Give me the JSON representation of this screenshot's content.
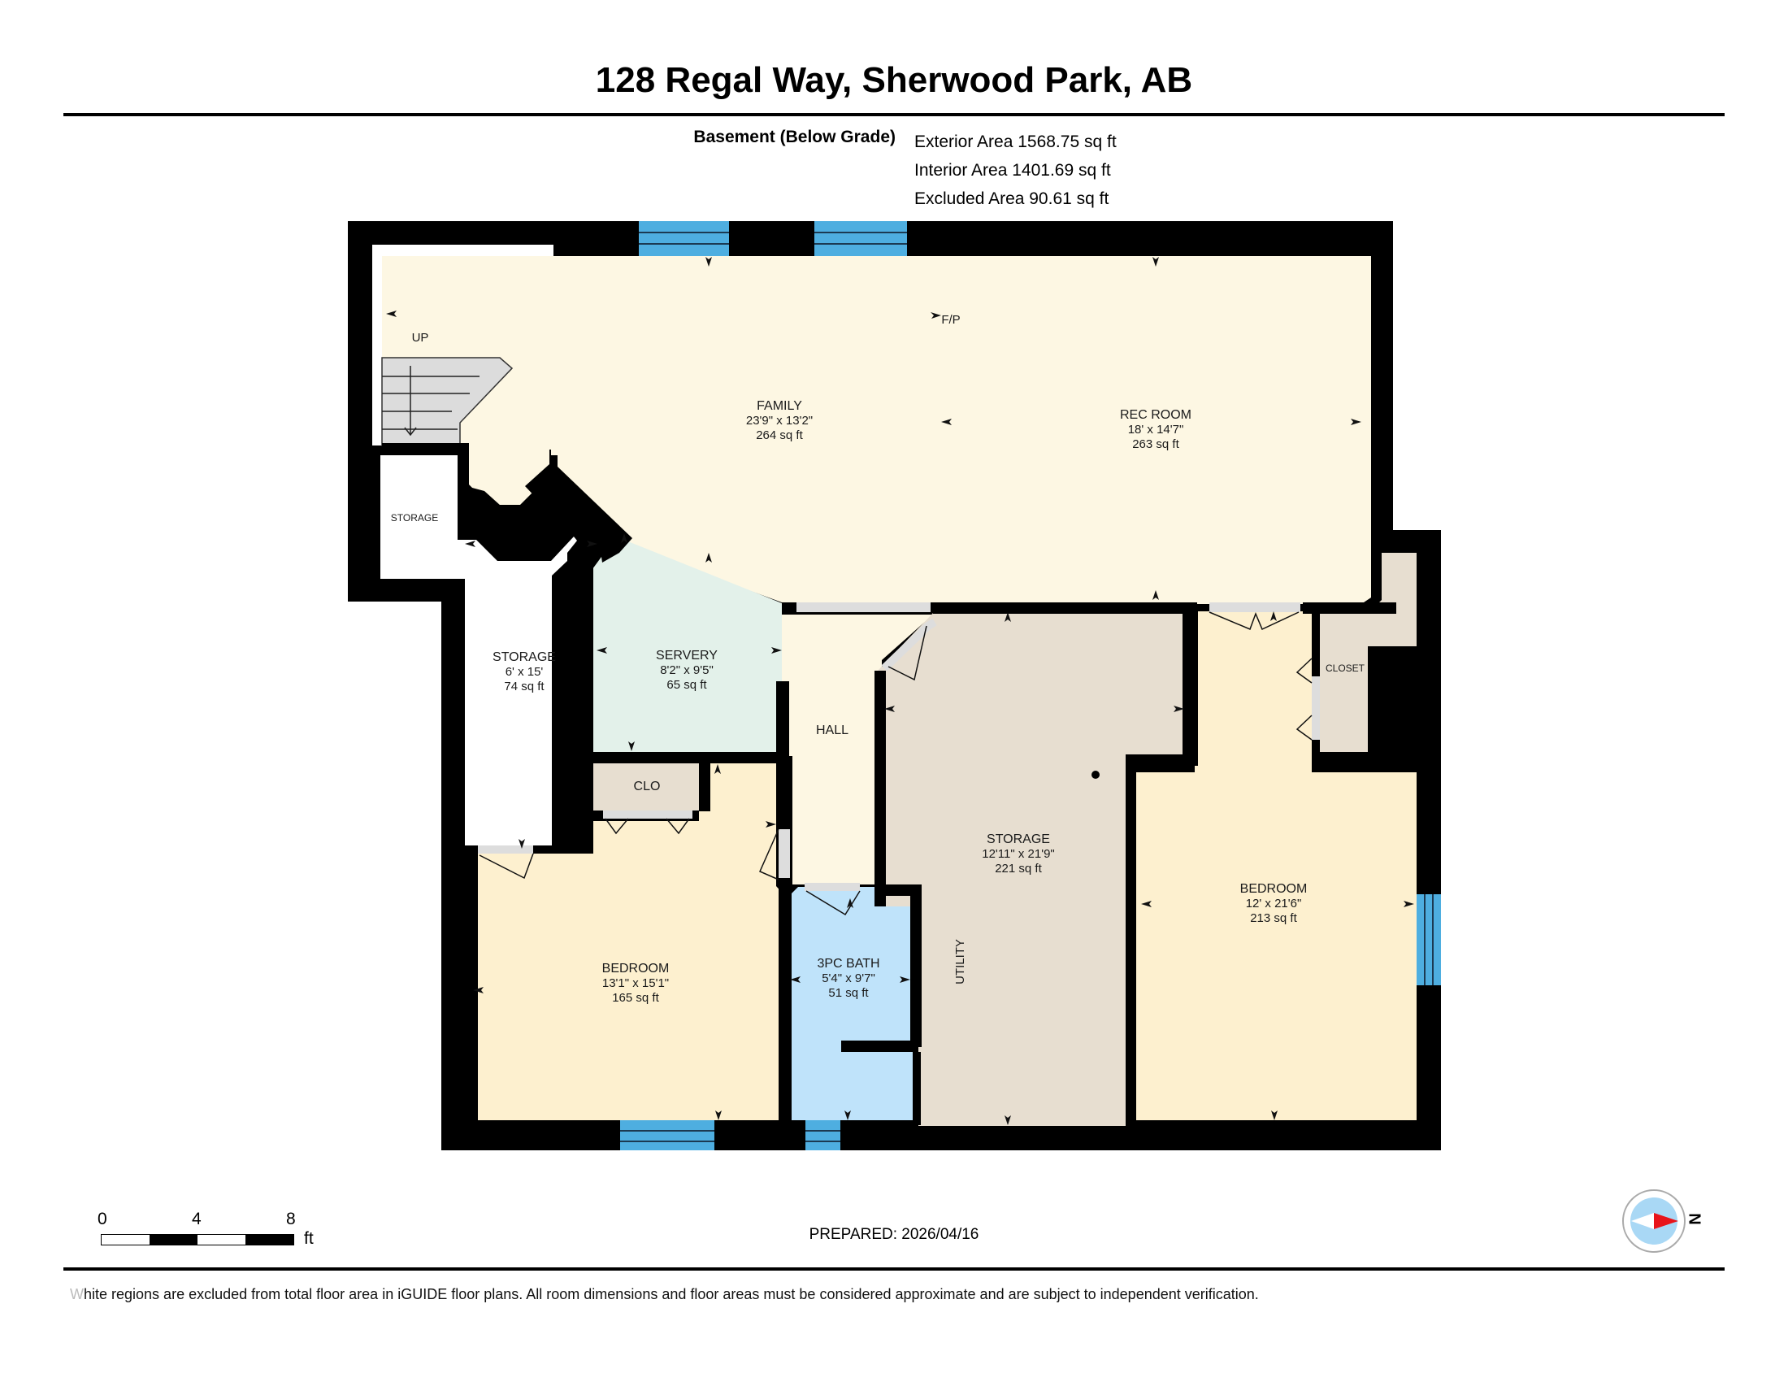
{
  "header": {
    "title": "128 Regal Way, Sherwood Park, AB"
  },
  "summary": {
    "floor_label": "Basement (Below Grade)",
    "exterior_area": "Exterior Area 1568.75 sq ft",
    "interior_area": "Interior Area 1401.69 sq ft",
    "excluded_area": "Excluded Area 90.61 sq ft"
  },
  "colors": {
    "wall": "#000000",
    "window": "#4eaee0",
    "family_rec": "#fdf7e3",
    "servery": "#e3f1ea",
    "bedroom": "#fdf0cf",
    "storage_utility": "#e7ded0",
    "bath": "#bfe3fa",
    "excluded": "#ffffff",
    "stairs": "#dcdcdc",
    "door": "#dddddd"
  },
  "rooms": {
    "family": {
      "name": "FAMILY",
      "dims": "23'9\" x 13'2\"",
      "area": "264 sq ft"
    },
    "rec_room": {
      "name": "REC ROOM",
      "dims": "18' x 14'7\"",
      "area": "263 sq ft"
    },
    "storage_small": {
      "name": "STORAGE"
    },
    "storage_mid": {
      "name": "STORAGE",
      "dims": "6' x 15'",
      "area": "74 sq ft"
    },
    "servery": {
      "name": "SERVERY",
      "dims": "8'2\" x 9'5\"",
      "area": "65 sq ft"
    },
    "hall": {
      "name": "HALL"
    },
    "clo": {
      "name": "CLO"
    },
    "bedroom_1": {
      "name": "BEDROOM",
      "dims": "13'1\" x 15'1\"",
      "area": "165 sq ft"
    },
    "bath": {
      "name": "3PC BATH",
      "dims": "5'4\" x 9'7\"",
      "area": "51 sq ft"
    },
    "storage_utility": {
      "name": "STORAGE",
      "dims": "12'11\" x 21'9\"",
      "area": "221 sq ft"
    },
    "utility": {
      "name": "UTILITY"
    },
    "bedroom_2": {
      "name": "BEDROOM",
      "dims": "12' x 21'6\"",
      "area": "213 sq ft"
    },
    "closet": {
      "name": "CLOSET"
    }
  },
  "annotations": {
    "stairs": "UP",
    "fireplace": "F/P"
  },
  "scale": {
    "ticks": [
      "0",
      "4",
      "8"
    ],
    "unit": "ft"
  },
  "prepared": "PREPARED: 2026/04/16",
  "compass": {
    "label": "N"
  },
  "footer": {
    "disclaimer_first": "W",
    "disclaimer_rest": "hite regions are excluded from total floor area in iGUIDE floor plans. All room dimensions and floor areas must be considered approximate and are subject to independent verification."
  }
}
